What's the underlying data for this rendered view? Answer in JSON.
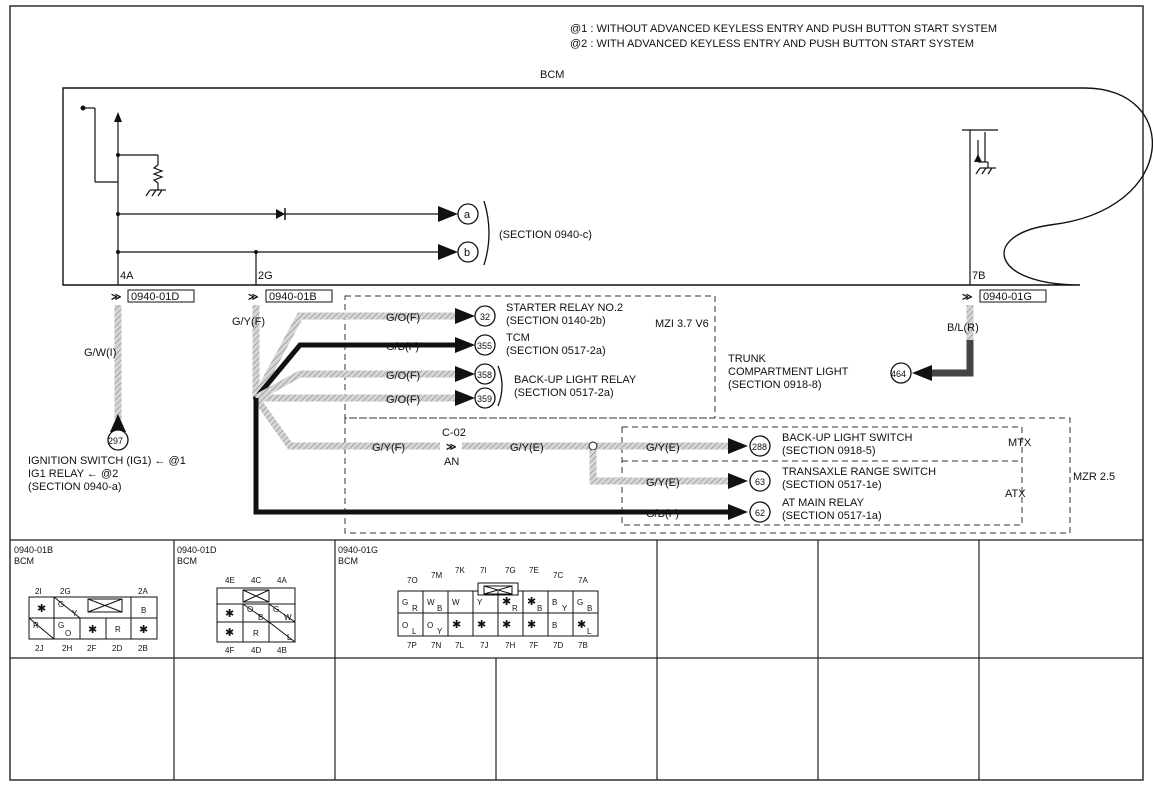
{
  "notes": {
    "note1": "@1 : WITHOUT ADVANCED KEYLESS ENTRY AND PUSH BUTTON START SYSTEM",
    "note2": "@2 : WITH ADVANCED KEYLESS ENTRY AND PUSH BUTTON START SYSTEM"
  },
  "bcm": {
    "label": "BCM",
    "node_a": "a",
    "node_b": "b",
    "section_ab": "(SECTION 0940-c)",
    "pin_4a": "4A",
    "pin_2g": "2G",
    "pin_7b": "7B"
  },
  "connectors": {
    "c1": "0940-01D",
    "c2": "0940-01B",
    "c3": "0940-01G"
  },
  "wires": {
    "gw": "G/W(I)",
    "gyf": "G/Y(F)",
    "blr": "B/L(R)",
    "gof1": "G/O(F)",
    "gbf1": "G/B(F)",
    "gof2": "G/O(F)",
    "gof3": "G/O(F)",
    "gyf2": "G/Y(F)",
    "gye1": "G/Y(E)",
    "gye2": "G/Y(E)",
    "gye3": "G/Y(E)",
    "gbf2": "G/B(F)"
  },
  "ignition": {
    "ref": "297",
    "line1": "IGNITION SWITCH (IG1) ← @1",
    "line2": "IG1 RELAY ← @2",
    "line3": "(SECTION 0940-a)"
  },
  "trunk": {
    "ref": "464",
    "line1": "TRUNK",
    "line2": "COMPARTMENT LIGHT",
    "line3": "(SECTION 0918-8)"
  },
  "mzi": {
    "label": "MZI 3.7 V6",
    "ref_starter": "32",
    "starter_line1": "STARTER RELAY NO.2",
    "starter_line2": "(SECTION 0140-2b)",
    "ref_tcm": "355",
    "tcm_line1": "TCM",
    "tcm_line2": "(SECTION 0517-2a)",
    "ref_bu1": "358",
    "ref_bu2": "359",
    "backup_line1": "BACK-UP LIGHT RELAY",
    "backup_line2": "(SECTION 0517-2a)"
  },
  "mzr": {
    "label": "MZR 2.5",
    "mtx": "MTX",
    "atx": "ATX",
    "c02": "C-02",
    "an": "AN",
    "ref_bus": "288",
    "bus_line1": "BACK-UP LIGHT SWITCH",
    "bus_line2": "(SECTION 0918-5)",
    "ref_trs": "63",
    "trs_line1": "TRANSAXLE RANGE SWITCH",
    "trs_line2": "(SECTION 0517-1e)",
    "ref_atm": "62",
    "atm_line1": "AT MAIN RELAY",
    "atm_line2": "(SECTION 0517-1a)"
  },
  "conn_table": {
    "p1_id": "0940-01B",
    "p1_name": "BCM",
    "p2_id": "0940-01D",
    "p2_name": "BCM",
    "p3_id": "0940-01G",
    "p3_name": "BCM",
    "b": {
      "l2I": "2I",
      "l2G": "2G",
      "l2A": "2A",
      "l2J": "2J",
      "l2H": "2H",
      "l2F": "2F",
      "l2D": "2D",
      "l2B": "2B",
      "c_g": "G",
      "c_b1": "B",
      "c_r1": "R",
      "c_g2": "G",
      "c_o1": "O",
      "c_y": "Y",
      "c_x1": "✱",
      "c_x2": "✱",
      "c_r2": "R",
      "c_x3": "✱"
    },
    "d": {
      "l4E": "4E",
      "l4C": "4C",
      "l4A": "4A",
      "l4F": "4F",
      "l4D": "4D",
      "l4B": "4B",
      "c_x1": "✱",
      "c_o": "O",
      "c_g": "G",
      "c_b": "B",
      "c_w": "W",
      "c_x2": "✱",
      "c_r": "R",
      "c_l": "L"
    },
    "g": {
      "l7O": "7O",
      "l7M": "7M",
      "l7K": "7K",
      "l7I": "7I",
      "l7G": "7G",
      "l7E": "7E",
      "l7C": "7C",
      "l7A": "7A",
      "l7P": "7P",
      "l7N": "7N",
      "l7L": "7L",
      "l7J": "7J",
      "l7H": "7H",
      "l7F": "7F",
      "l7D": "7D",
      "l7B": "7B",
      "r1": [
        "G",
        "W",
        "W",
        "Y",
        "✱",
        "✱",
        "B",
        "G"
      ],
      "r1b": [
        "R",
        "B",
        "R",
        "B",
        "Y",
        "B"
      ],
      "r2": [
        "O",
        "O",
        "✱",
        "✱",
        "✱",
        "✱",
        "B",
        "✱"
      ],
      "r2b": [
        "L",
        "Y",
        "L"
      ]
    }
  }
}
